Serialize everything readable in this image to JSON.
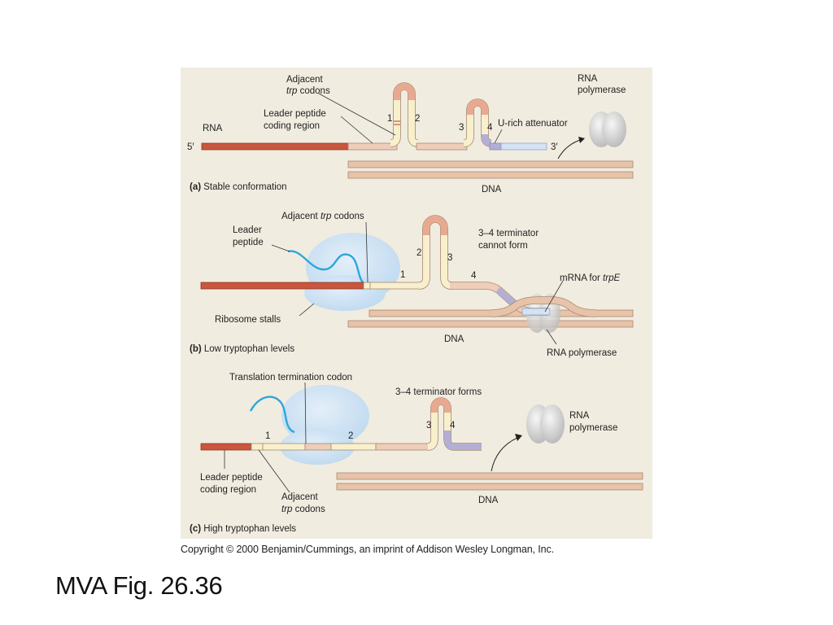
{
  "panel_a": {
    "adjacent_trp_codons_1": "Adjacent",
    "adjacent_trp_codons_2_italic": "trp",
    "adjacent_trp_codons_2_rest": " codons",
    "leader_peptide_coding_region_1": "Leader peptide",
    "leader_peptide_coding_region_2": "coding region",
    "rna": "RNA",
    "five_prime": "5′",
    "three_prime": "3′",
    "num_1": "1",
    "num_2": "2",
    "num_3": "3",
    "num_4": "4",
    "u_rich_attenuator": "U-rich attenuator",
    "rna_polymerase_1": "RNA",
    "rna_polymerase_2": "polymerase",
    "caption_bold": "(a)",
    "caption_rest": " Stable conformation",
    "dna": "DNA"
  },
  "panel_b": {
    "adjacent_trp_codons_pre": "Adjacent ",
    "adjacent_trp_codons_italic": "trp",
    "adjacent_trp_codons_post": " codons",
    "leader_peptide_1": "Leader",
    "leader_peptide_2": "peptide",
    "terminator_cannot_1": "3–4 terminator",
    "terminator_cannot_2": "cannot form",
    "num_1": "1",
    "num_2": "2",
    "num_3": "3",
    "num_4": "4",
    "mrna_for_trpe_pre": "mRNA for ",
    "mrna_for_trpe_italic": "trpE",
    "ribosome_stalls": "Ribosome stalls",
    "dna": "DNA",
    "rna_polymerase": "RNA polymerase",
    "caption_bold": "(b)",
    "caption_rest": " Low tryptophan levels"
  },
  "panel_c": {
    "translation_termination_codon": "Translation termination codon",
    "terminator_forms": "3–4 terminator forms",
    "num_1": "1",
    "num_2": "2",
    "num_3": "3",
    "num_4": "4",
    "rna_polymerase_1": "RNA",
    "rna_polymerase_2": "polymerase",
    "leader_peptide_coding_region_1": "Leader peptide",
    "leader_peptide_coding_region_2": "coding region",
    "adjacent_trp_codons_1": "Adjacent",
    "adjacent_trp_codons_2_italic": "trp",
    "adjacent_trp_codons_2_rest": " codons",
    "dna": "DNA",
    "caption_bold": "(c)",
    "caption_rest": " High tryptophan levels"
  },
  "copyright": "Copyright © 2000 Benjamin/Cummings, an imprint of Addison Wesley Longman, Inc.",
  "slide_title": "MVA Fig. 26.36",
  "colors": {
    "panel_bg": "#f1ece0",
    "leader_red": "#c9563d",
    "rna_peach": "#eecdb9",
    "rna_cream": "#f8f0cc",
    "rna_outline": "#a78970",
    "attenuator_purple": "#b3aed5",
    "three_end_blue": "#d4e2f4",
    "dna_strand": "#e7c3aa",
    "ribosome_blue": "#cfe4f5",
    "peptide_cyan": "#2da6dc",
    "polymerase_gray": "#cfcfcf"
  }
}
